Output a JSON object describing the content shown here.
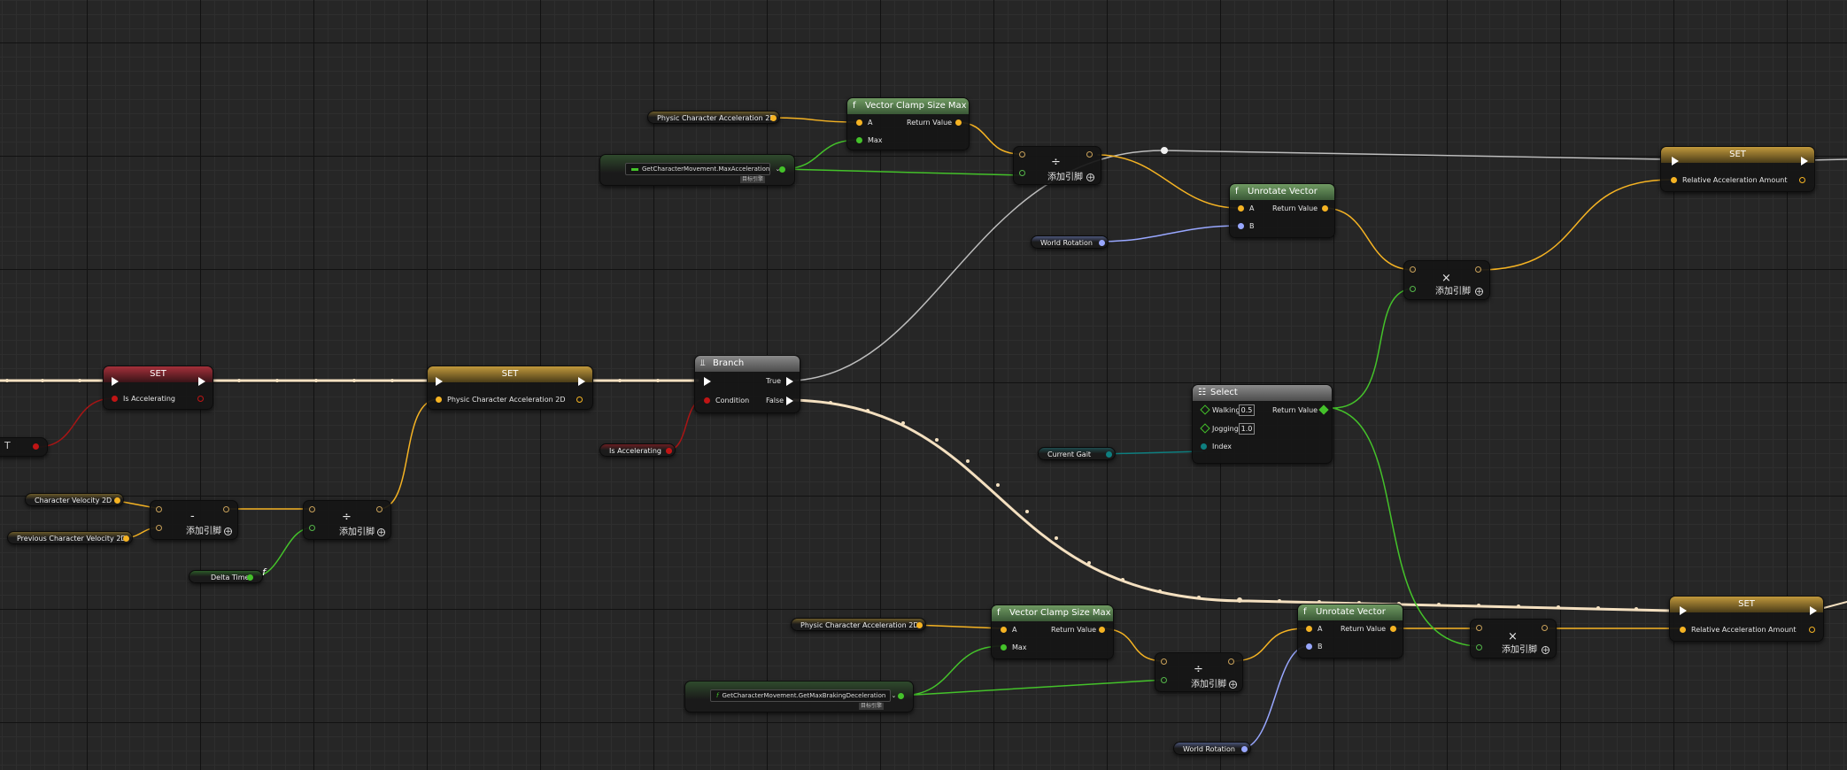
{
  "labels": {
    "set": "SET",
    "add_pin": "添加引脚",
    "return_value": "Return Value",
    "pin_a": "A",
    "pin_b": "B",
    "pin_max": "Max",
    "vector_clamp": "Vector Clamp Size Max",
    "unrotate": "Unrotate Vector",
    "branch": "Branch",
    "true": "True",
    "false": "False",
    "condition": "Condition",
    "select": "Select",
    "index": "Index",
    "is_accelerating": "Is Accelerating",
    "physic_accel_2d": "Physic Character Acceleration 2D",
    "relative_accel": "Relative Acceleration Amount",
    "char_velocity": "Character Velocity 2D",
    "prev_velocity": "Previous Character Velocity 2D",
    "delta_time": "Delta Time",
    "world_rotation": "World Rotation",
    "current_gait": "Current Gait",
    "get_max_accel": "GetCharacterMovement.MaxAcceleration",
    "get_max_brake": "GetCharacterMovement.GetMaxBrakingDeceleration",
    "async_tag": "目标引擎",
    "walking": "Walking",
    "jogging": "Jogging",
    "walking_value": "0.5",
    "jogging_value": "1.0",
    "partial_left": "T",
    "op_subtract": "-",
    "op_divide": "÷",
    "op_multiply": "×"
  },
  "icons": {
    "function": "f",
    "branch": "branch-icon",
    "select": "select-icon",
    "add": "+",
    "dropdown": "chevron-down-icon"
  },
  "colors": {
    "exec": "#ffffff",
    "vector2d": "#f5b323",
    "float": "#44c22a",
    "bool": "#c01515",
    "rotator": "#98a7ff",
    "enum": "#0e7f80",
    "wildcard": "#c9a15a"
  }
}
